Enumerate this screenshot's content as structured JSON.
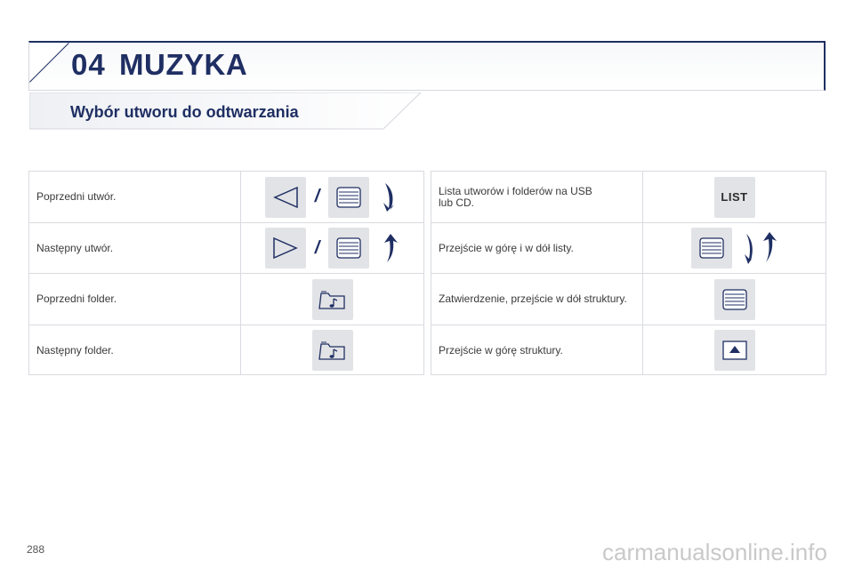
{
  "chapter": {
    "number": "04",
    "title": "MUZYKA"
  },
  "section": {
    "title": "Wybór utworu do odtwarzania"
  },
  "left_table": {
    "rows": [
      {
        "label": "Poprzedni utwór."
      },
      {
        "label": "Następny utwór."
      },
      {
        "label": "Poprzedni folder."
      },
      {
        "label": "Następny folder."
      }
    ],
    "separator": "/"
  },
  "right_table": {
    "rows": [
      {
        "label": "Lista utworów i folderów na USB lub CD.",
        "button_label": "LIST"
      },
      {
        "label": "Przejście w górę i w dół listy."
      },
      {
        "label": "Zatwierdzenie, przejście w dół struktury."
      },
      {
        "label": "Przejście w górę struktury."
      }
    ]
  },
  "page_number": "288",
  "watermark": "carmanualsonline.info",
  "colors": {
    "accent": "#1f2f63",
    "button_bg": "#e2e3e6",
    "border": "#d9dbe0"
  }
}
